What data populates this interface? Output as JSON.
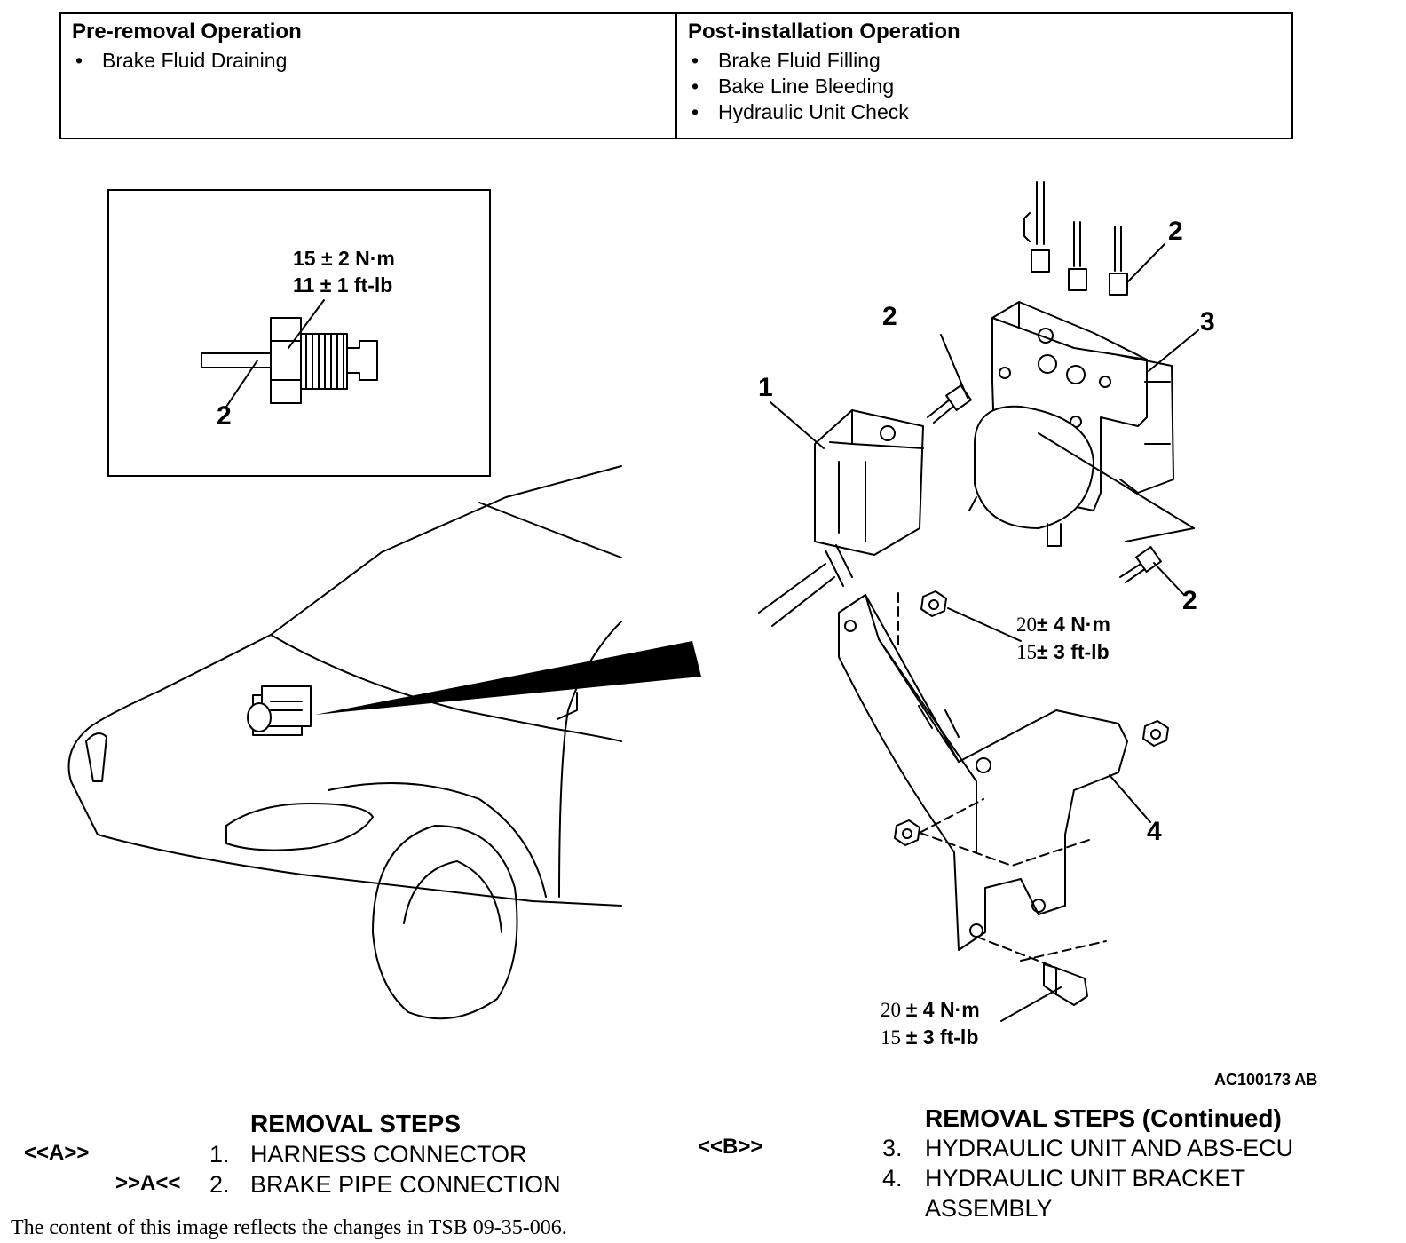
{
  "ops": {
    "pre_title": "Pre-removal Operation",
    "pre_items": [
      "Brake Fluid Draining"
    ],
    "post_title": "Post-installation Operation",
    "post_items": [
      "Brake Fluid Filling",
      "Bake Line Bleeding",
      "Hydraulic Unit Check"
    ]
  },
  "inset": {
    "torque_line1": "15 ± 2 N·m",
    "torque_line2": "11 ± 1 ft-lb",
    "callout": "2"
  },
  "callouts": {
    "c1": "1",
    "c2_top_right": "2",
    "c2_left": "2",
    "c2_bottom": "2",
    "c3": "3",
    "c4": "4"
  },
  "torques": {
    "bracket_nut": {
      "num1": "20",
      "rest1": "± 4 N·m",
      "num2": "15",
      "rest2": "± 3 ft-lb"
    },
    "bracket_bolt": {
      "num1": "20",
      "rest1": "± 4 N·m",
      "num2": "15",
      "rest2": "± 3 ft-lb"
    }
  },
  "figure_code": "AC100173 AB",
  "steps_left": {
    "title": "REMOVAL STEPS",
    "items": [
      {
        "marker": "<<A>>",
        "num": "1.",
        "text": "HARNESS CONNECTOR"
      },
      {
        "marker": ">>A<<",
        "num": "2.",
        "text": "BRAKE PIPE CONNECTION"
      }
    ]
  },
  "steps_right": {
    "title": "REMOVAL STEPS (Continued)",
    "items": [
      {
        "marker": "<<B>>",
        "num": "3.",
        "text": "HYDRAULIC UNIT AND ABS-ECU"
      },
      {
        "marker": "",
        "num": "4.",
        "text": "HYDRAULIC UNIT BRACKET"
      },
      {
        "marker": "",
        "num": "",
        "text": "ASSEMBLY"
      }
    ]
  },
  "footer": "The content of this image reflects the changes in TSB 09-35-006."
}
